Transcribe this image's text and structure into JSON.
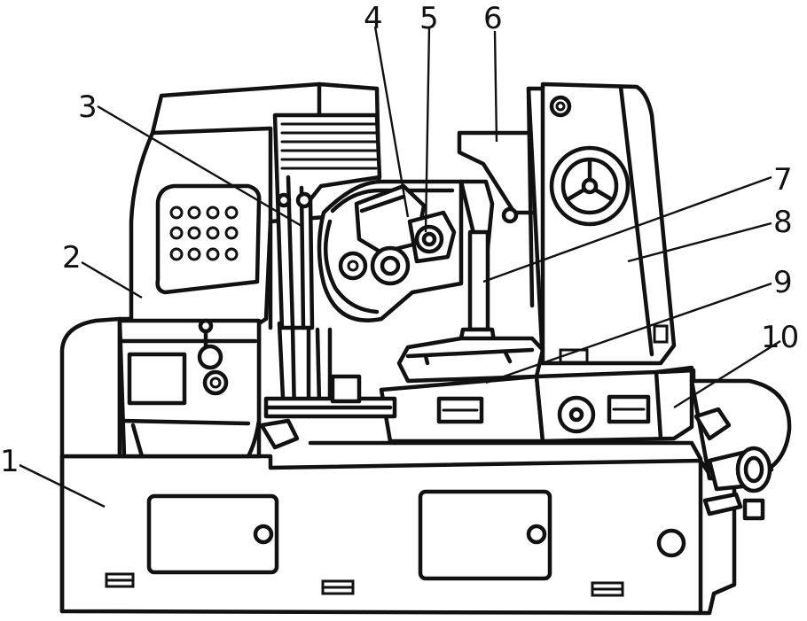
{
  "callouts": [
    {
      "id": "1",
      "text": "1"
    },
    {
      "id": "2",
      "text": "2"
    },
    {
      "id": "3",
      "text": "3"
    },
    {
      "id": "4",
      "text": "4"
    },
    {
      "id": "5",
      "text": "5"
    },
    {
      "id": "6",
      "text": "6"
    },
    {
      "id": "7",
      "text": "7"
    },
    {
      "id": "8",
      "text": "8"
    },
    {
      "id": "9",
      "text": "9"
    },
    {
      "id": "10",
      "text": "10"
    }
  ],
  "colors": {
    "line": "#111111",
    "background": "#ffffff"
  }
}
